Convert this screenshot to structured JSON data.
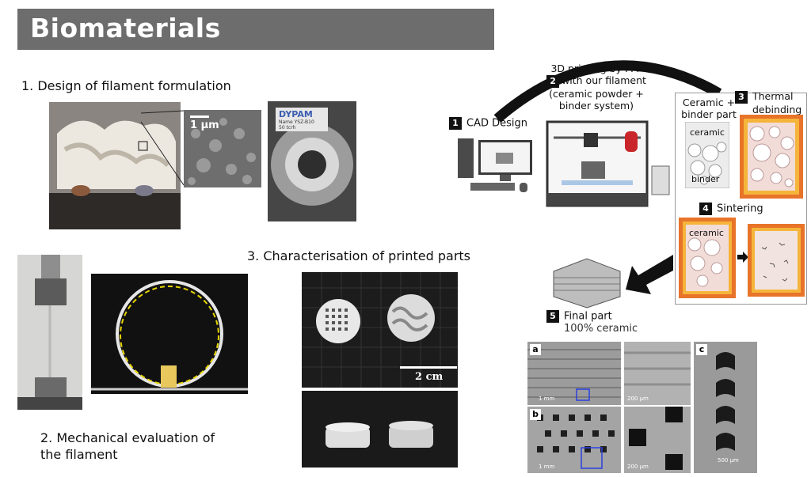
{
  "page": {
    "title": "Biomaterials"
  },
  "sections": {
    "design": "1. Design of filament formulation",
    "mechanical_line1": "2. Mechanical evaluation of",
    "mechanical_line2": "the filament",
    "characterisation": "3. Characterisation of printed parts"
  },
  "micrograph": {
    "scale": "1 µm"
  },
  "spool": {
    "brand": "DYPAM",
    "sub1": "Name YSZ-B10",
    "sub2": "50 tcrh"
  },
  "printed_scale": "2 cm",
  "process": {
    "step1": {
      "num": "1",
      "label": "CAD Design"
    },
    "step2": {
      "num": "2",
      "line1": "3D printing by FFF",
      "line2": "with our filament",
      "line3": "(ceramic powder +",
      "line4": "binder system)"
    },
    "step3": {
      "num": "3",
      "line1": "Thermal",
      "line2": "debinding"
    },
    "part_label": {
      "line1": "Ceramic +",
      "line2": "binder part"
    },
    "ceramic_word": "ceramic",
    "binder_word": "binder",
    "step4": {
      "num": "4",
      "label": "Sintering"
    },
    "step5": {
      "num": "5",
      "line1": "Final part",
      "line2": "100% ceramic"
    }
  },
  "sem": {
    "a": "a",
    "b": "b",
    "c": "c",
    "scale_1mm": "1 mm",
    "scale_200": "200 µm",
    "scale_500": "500 µm"
  },
  "colors": {
    "title_bar": "#6d6d6d",
    "debind_frame": "#e8742a",
    "arrow": "#111111"
  }
}
